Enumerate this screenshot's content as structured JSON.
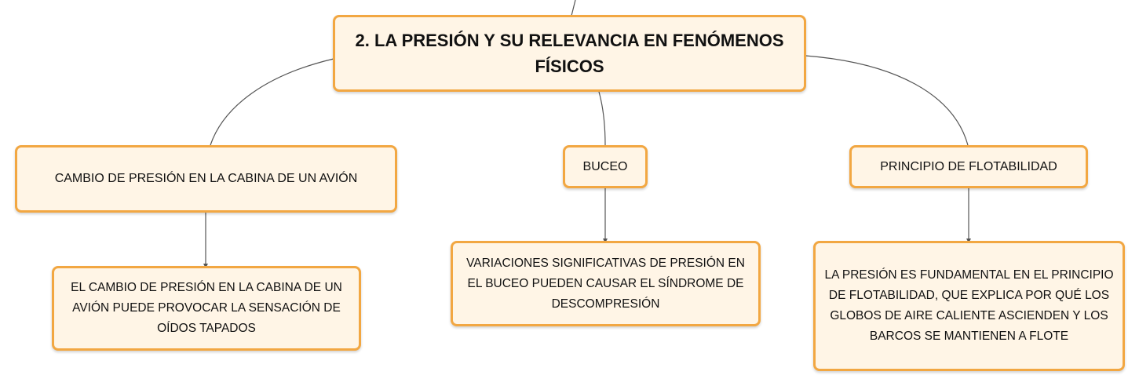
{
  "diagram": {
    "type": "mind-map",
    "root": {
      "label": "2. LA PRESIÓN Y SU RELEVANCIA EN FENÓMENOS FÍSICOS"
    },
    "branches": [
      {
        "label": "CAMBIO DE PRESIÓN EN LA CABINA DE UN AVIÓN",
        "detail": "EL CAMBIO DE PRESIÓN EN LA CABINA DE UN AVIÓN PUEDE PROVOCAR LA SENSACIÓN DE OÍDOS TAPADOS"
      },
      {
        "label": "BUCEO",
        "detail": "VARIACIONES SIGNIFICATIVAS DE PRESIÓN EN EL BUCEO PUEDEN CAUSAR EL SÍNDROME DE DESCOMPRESIÓN"
      },
      {
        "label": "PRINCIPIO DE FLOTABILIDAD",
        "detail": "LA PRESIÓN ES FUNDAMENTAL EN EL PRINCIPIO DE FLOTABILIDAD, QUE EXPLICA POR QUÉ LOS GLOBOS DE AIRE CALIENTE ASCIENDEN Y LOS BARCOS SE MANTIENEN A FLOTE"
      }
    ]
  },
  "colors": {
    "node_fill": "#fff5e6",
    "node_border": "#f2a742",
    "connector": "#555555",
    "text": "#111111"
  }
}
